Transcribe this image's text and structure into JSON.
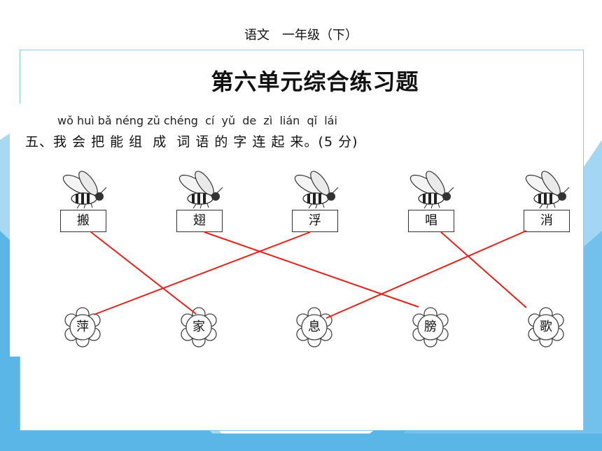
{
  "header": {
    "subject": "语文　一年级（下）",
    "title": "第六单元综合练习题"
  },
  "exercise": {
    "pinyin": "wǒ huì bǎ néng zǔ chéng  cí  yǔ  de  zì  lián  qǐ  lái",
    "question": "五、我 会 把 能 组  成  词 语 的 字 连 起 来。(5 分)",
    "top_chars": [
      "搬",
      "翅",
      "浮",
      "唱",
      "消"
    ],
    "bottom_chars": [
      "萍",
      "家",
      "息",
      "膀",
      "歌"
    ],
    "line_color": "#e8201a"
  },
  "colors": {
    "background_blue": "#5bb6e8",
    "card_border": "#8fc6e6"
  }
}
